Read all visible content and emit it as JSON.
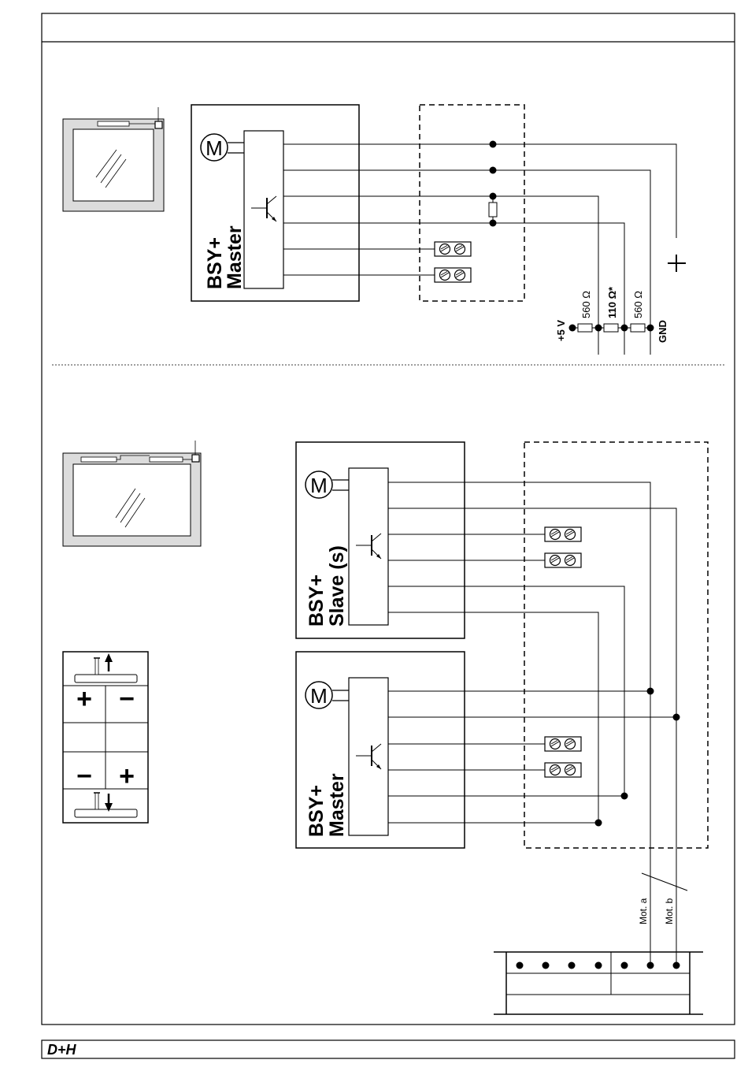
{
  "top_section": {
    "unit_label_line1": "BSY+",
    "unit_label_line2": "Master",
    "motor_symbol": "M",
    "plus_symbol": "+",
    "voltage_label": "+5 V",
    "resistor_1": "560 Ω",
    "resistor_2": "110 Ω*",
    "resistor_3": "560 Ω",
    "ground_label": "GND"
  },
  "bottom_section": {
    "slave_label_line1": "BSY+",
    "slave_label_line2": "Slave (s)",
    "master_label_line1": "BSY+",
    "master_label_line2": "Master",
    "motor_symbol": "M",
    "mot_a_label": "Mot. a",
    "mot_b_label": "Mot. b"
  },
  "direction_panel": {
    "top_left": "+",
    "top_right": "−",
    "bottom_left": "−",
    "bottom_right": "+"
  },
  "footer": {
    "logo": "D+H"
  }
}
